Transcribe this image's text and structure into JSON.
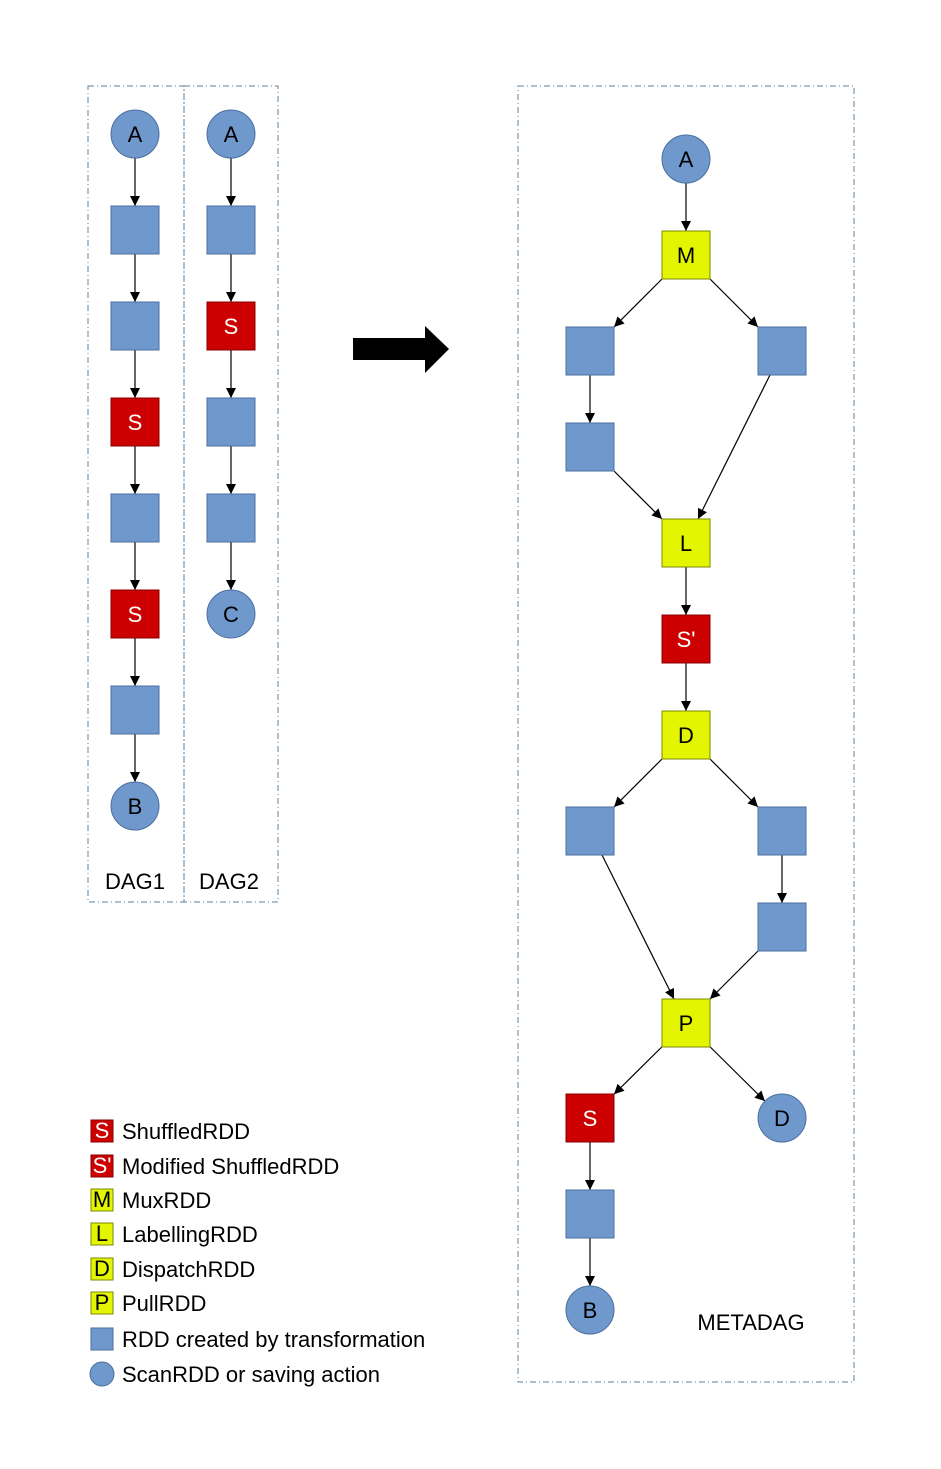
{
  "colors": {
    "blue_fill": "#6f98cc",
    "blue_stroke": "#4a6f9f",
    "red_fill": "#cc0000",
    "red_stroke": "#8a0000",
    "yellow_fill": "#e3f500",
    "yellow_stroke": "#7a8a00",
    "arrow": "#000000",
    "frame": "#5e7f9c"
  },
  "icons": {
    "transition_arrow": "big-right-arrow-icon"
  },
  "panels": {
    "dag1": "DAG1",
    "dag2": "DAG2",
    "metadag": "METADAG"
  },
  "nodes": {
    "a1": "A",
    "b1": "B",
    "s1a": "S",
    "s1b": "S",
    "a2": "A",
    "s2": "S",
    "c2": "C",
    "ma": "A",
    "mm": "M",
    "ml": "L",
    "msp": "S'",
    "md": "D",
    "mp": "P",
    "ms": "S",
    "mdc": "D",
    "mb": "B"
  },
  "legend": [
    {
      "symbol": "S",
      "shape": "square",
      "color": "red",
      "label": "ShuffledRDD"
    },
    {
      "symbol": "S'",
      "shape": "square",
      "color": "red",
      "label": "Modified ShuffledRDD"
    },
    {
      "symbol": "M",
      "shape": "square",
      "color": "yellow",
      "label": "MuxRDD"
    },
    {
      "symbol": "L",
      "shape": "square",
      "color": "yellow",
      "label": "LabellingRDD"
    },
    {
      "symbol": "D",
      "shape": "square",
      "color": "yellow",
      "label": "DispatchRDD"
    },
    {
      "symbol": "P",
      "shape": "square",
      "color": "yellow",
      "label": "PullRDD"
    },
    {
      "symbol": "",
      "shape": "square",
      "color": "blue",
      "label": "RDD created by transformation"
    },
    {
      "symbol": "",
      "shape": "circle",
      "color": "blue",
      "label": "ScanRDD or saving action"
    }
  ]
}
